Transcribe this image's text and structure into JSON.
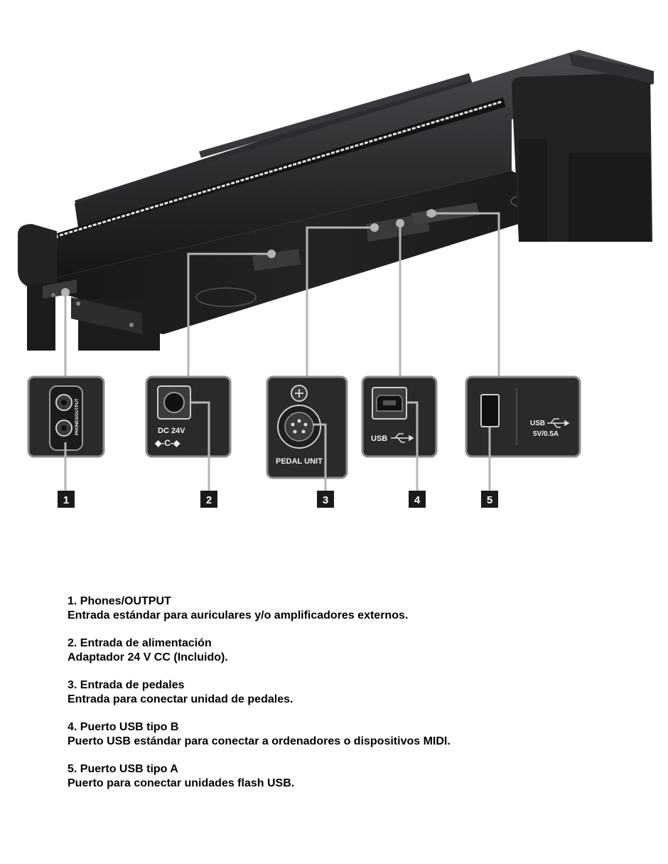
{
  "panels": {
    "p1": {
      "number": "1",
      "label": "PHONES/OUTPUT"
    },
    "p2": {
      "number": "2",
      "label": "DC 24V",
      "symbol": "◆-C-◆"
    },
    "p3": {
      "number": "3",
      "label": "PEDAL UNIT"
    },
    "p4": {
      "number": "4",
      "label": "USB"
    },
    "p5": {
      "number": "5",
      "label": "USB",
      "sublabel": "5V/0.5A"
    }
  },
  "descriptions": [
    {
      "title": "1. Phones/OUTPUT",
      "text": "Entrada estándar para auriculares y/o amplificadores externos."
    },
    {
      "title": "2. Entrada de alimentación",
      "text": "Adaptador 24 V CC (Incluido)."
    },
    {
      "title": "3. Entrada de pedales",
      "text": "Entrada para conectar unidad de pedales."
    },
    {
      "title": "4. Puerto USB tipo B",
      "text": "Puerto USB estándar para conectar a ordenadores o dispositivos MIDI."
    },
    {
      "title": "5. Puerto USB tipo A",
      "text": "Puerto para conectar unidades flash USB."
    }
  ],
  "colors": {
    "panel_bg": "#2a2a2a",
    "panel_border": "#8c8c8c",
    "leader": "#b5b5b5",
    "badge": "#1a1a1a",
    "piano_dark": "#1c1c1e"
  }
}
